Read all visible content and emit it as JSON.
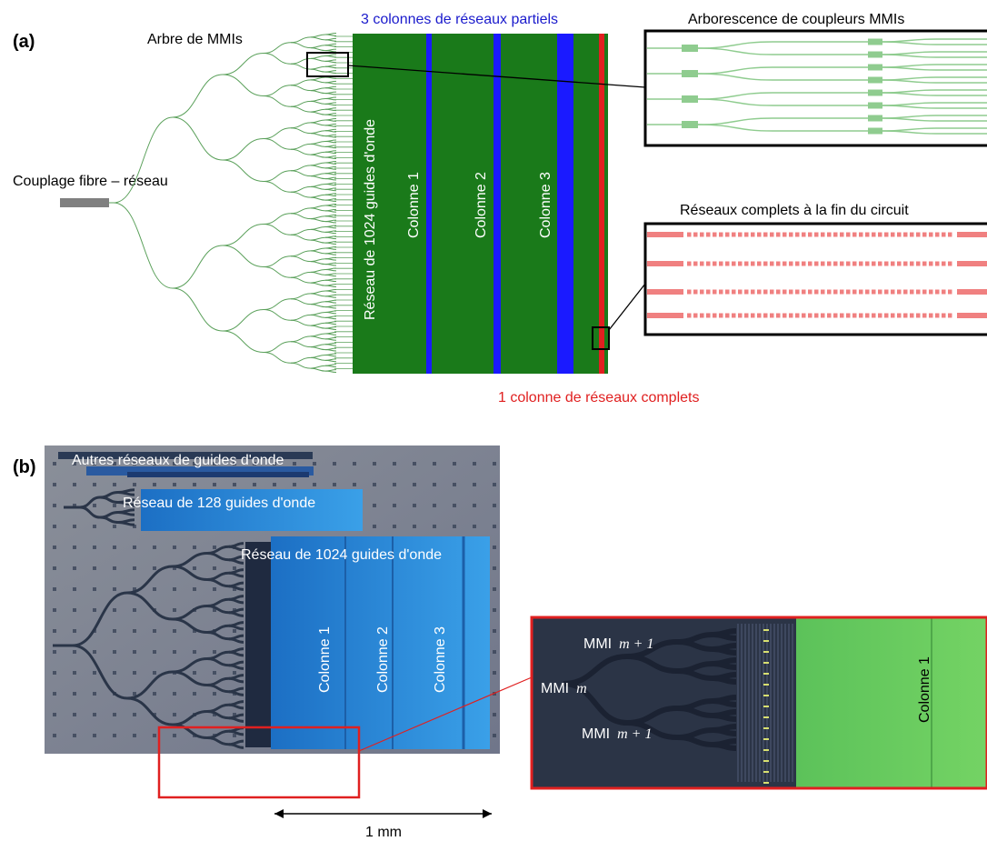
{
  "panel_a": {
    "panel_label": "(a)",
    "tree_title": "Arbre de MMIs",
    "fiber_coupler_label": "Couplage fibre – réseau",
    "array_1024_label": "Réseau de 1024 guides d'onde",
    "partial_columns_title": "3 colonnes de réseaux partiels",
    "column_labels": [
      "Colonne 1",
      "Colonne 2",
      "Colonne 3"
    ],
    "full_column_label": "1 colonne de réseaux complets",
    "mmi_zoom_title": "Arborescence de coupleurs MMIs",
    "gratings_zoom_title": "Réseaux complets à la fin du circuit",
    "colors": {
      "waveguide_region": "#1a7a1a",
      "partial_grating_column": "#1a1aff",
      "full_grating_column": "#e02020",
      "waveguide_line": "#5aa05a",
      "mmi_zoom_line": "#8fcc8f",
      "grating_zoom": "#f08080"
    }
  },
  "panel_b": {
    "panel_label": "(b)",
    "other_arrays_label": "Autres réseaux de guides d'onde",
    "array_128_label": "Réseau de 128 guides d'onde",
    "array_1024_label": "Réseau de 1024 guides d'onde",
    "column_labels": [
      "Colonne 1",
      "Colonne 2",
      "Colonne 3"
    ],
    "zoom_labels": {
      "mmi_m": "MMI",
      "mmi_m_var": "m",
      "mmi_m1_top": "MMI",
      "mmi_m1_bottom": "MMI",
      "mmi_m1_var": "m + 1",
      "zoom_column": "Colonne 1"
    },
    "scale_bar_label": "1 mm",
    "colors": {
      "chip_background": "#7f8592",
      "array_blue": "#2a8ad6",
      "zoom_box": "#e02020",
      "zoom_green": "#6ccf5c"
    }
  }
}
